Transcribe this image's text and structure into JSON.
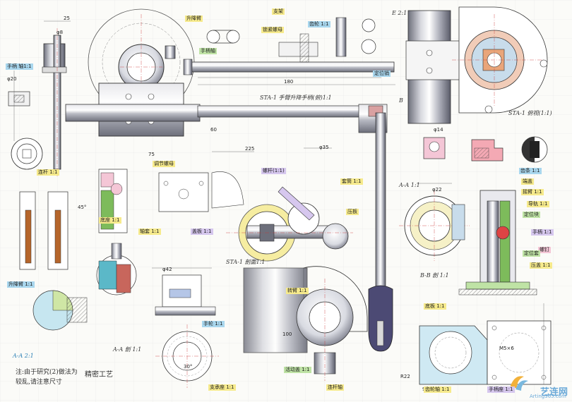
{
  "views": {
    "sta_view_1": "STA-1 手臂升降手柄(俯)1:1",
    "sta_view_2": "STA-1 俯视(1:1)",
    "sta_view_3": "STA-1 剖面1:1",
    "section_a": "A-A 1:1",
    "section_aa_small": "A-A 2:1",
    "section_aa_lower": "A-A 剖 1:1",
    "section_bb": "B-B 剖 1:1",
    "section_e": "E 2:1",
    "section_b": "B"
  },
  "dimensions": {
    "d180": "180",
    "d225": "225",
    "d25": "25",
    "d100": "100",
    "d20": "φ20",
    "d42": "φ42",
    "d45": "45°",
    "d22": "φ22",
    "r22": "R22",
    "d95": "95°",
    "d30": "30°",
    "m5x6": "M5×6",
    "d14": "φ14",
    "d35": "φ35",
    "d75": "75",
    "d60": "60",
    "d8": "φ8"
  },
  "tags": [
    {
      "text": "升降臂",
      "color": "yellow"
    },
    {
      "text": "手柄 轴1:1",
      "color": "blue"
    },
    {
      "text": "支架",
      "color": "yellow"
    },
    {
      "text": "齿轮 1:1",
      "color": "blue"
    },
    {
      "text": "手柄轴",
      "color": "green"
    },
    {
      "text": "锁紧螺母",
      "color": "yellow"
    },
    {
      "text": "定位销",
      "color": "blue"
    },
    {
      "text": "连杆 1:1",
      "color": "yellow"
    },
    {
      "text": "螺杆(1:1)",
      "color": "purple"
    },
    {
      "text": "套筒 1:1",
      "color": "yellow"
    },
    {
      "text": "压板",
      "color": "yellow"
    },
    {
      "text": "升降臂 1:1",
      "color": "blue"
    },
    {
      "text": "调节螺母",
      "color": "yellow"
    },
    {
      "text": "底座 1:1",
      "color": "yellow"
    },
    {
      "text": "盖板 1:1",
      "color": "purple"
    },
    {
      "text": "轴套 1:1",
      "color": "yellow"
    },
    {
      "text": "手轮 1:1",
      "color": "blue"
    },
    {
      "text": "支承座 1:1",
      "color": "yellow"
    },
    {
      "text": "转臂 1:1",
      "color": "yellow"
    },
    {
      "text": "活动盖 1:1",
      "color": "green"
    },
    {
      "text": "连杆轴",
      "color": "yellow"
    },
    {
      "text": "齿条 1:1",
      "color": "blue"
    },
    {
      "text": "螺钉",
      "color": "pink"
    },
    {
      "text": "定位块",
      "color": "green"
    },
    {
      "text": "手柄 1:1",
      "color": "purple"
    },
    {
      "text": "摇臂 1:1",
      "color": "yellow"
    },
    {
      "text": "导轨 1:1",
      "color": "yellow"
    },
    {
      "text": "压盖 1:1",
      "color": "yellow"
    },
    {
      "text": "端盖",
      "color": "yellow"
    },
    {
      "text": "定位套",
      "color": "green"
    },
    {
      "text": "手柄座 1:1",
      "color": "purple"
    },
    {
      "text": "齿轮轴 1:1",
      "color": "yellow"
    },
    {
      "text": "底板 1:1",
      "color": "yellow"
    }
  ],
  "notes": {
    "note_line1": "注:由于研究(2)做法为",
    "note_line2": "较乱,请注意尺寸",
    "signature": "精密工艺"
  },
  "watermark": {
    "cn": "艺连网",
    "en": "Arting365.com"
  }
}
